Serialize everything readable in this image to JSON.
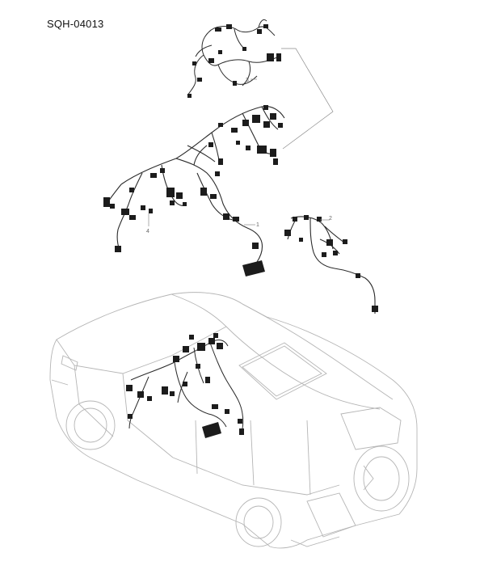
{
  "header": {
    "code": "SQH-04013"
  },
  "callouts": {
    "main_harness": "1",
    "door_harness": "2",
    "roof_harness": "3",
    "side_harness": "4"
  },
  "colors": {
    "wire": "#2b2b2b",
    "connector": "#1c1c1c",
    "vehicle_outline": "#b5b5b5",
    "leader_line": "#8a8a8a"
  }
}
